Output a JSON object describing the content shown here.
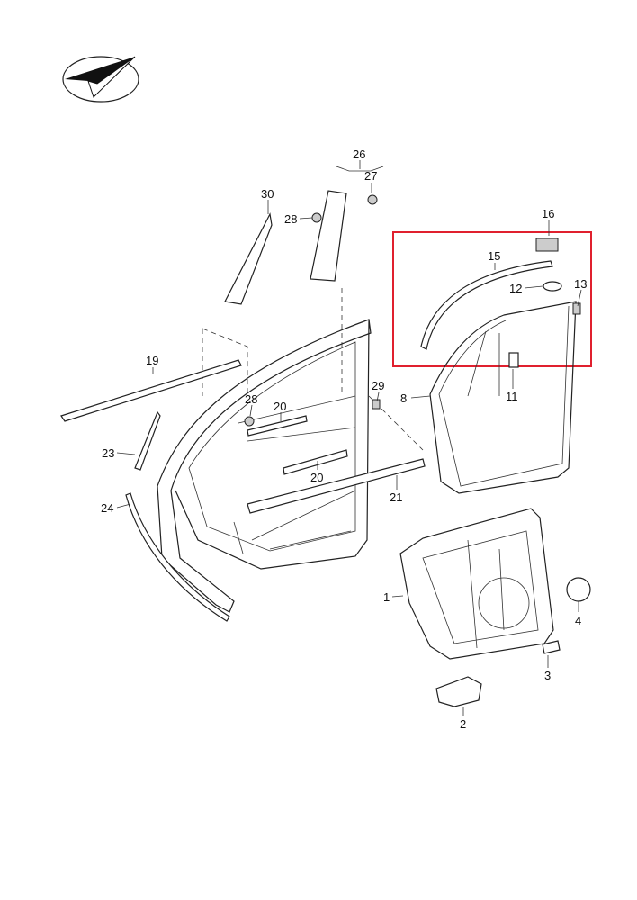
{
  "highlight_color": "#e0202e",
  "logo": {
    "icon": "check-arrow-logo"
  },
  "callouts": {
    "p26": "26",
    "p27": "27",
    "p28a": "28",
    "p30": "30",
    "p16": "16",
    "p15": "15",
    "p12": "12",
    "p13": "13",
    "p19": "19",
    "p29": "29",
    "p8": "8",
    "p11": "11",
    "p28b": "28",
    "p20a": "20",
    "p23": "23",
    "p20b": "20",
    "p21": "21",
    "p24": "24",
    "p1": "1",
    "p4": "4",
    "p3": "3",
    "p2": "2"
  }
}
